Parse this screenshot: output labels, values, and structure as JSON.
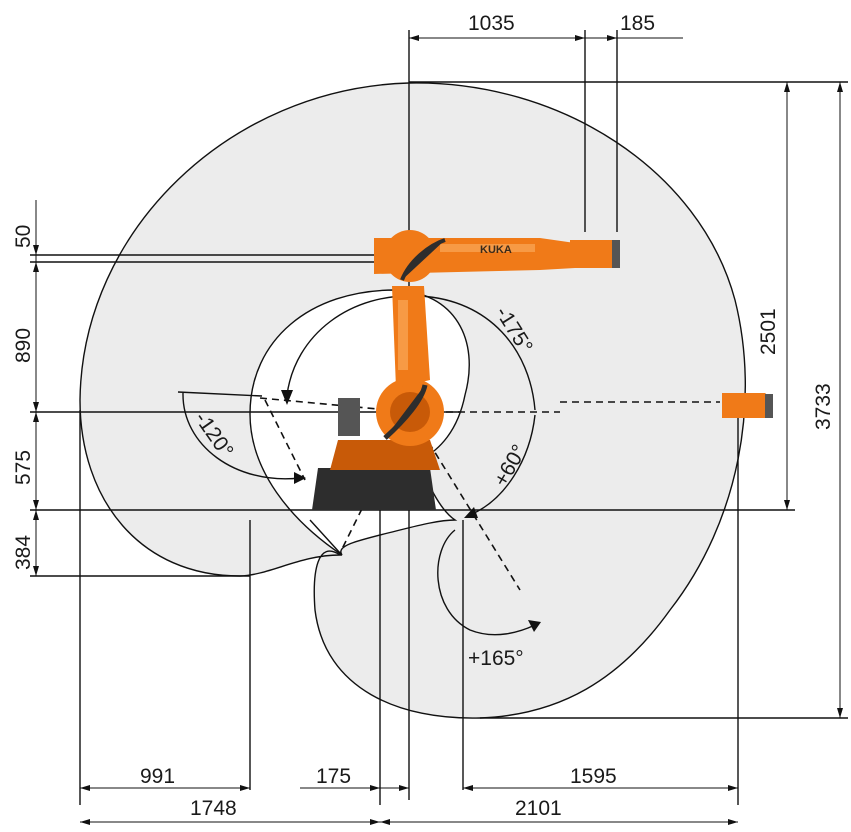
{
  "brand_text": "KUKA",
  "dimensions": {
    "top": [
      "1035",
      "185"
    ],
    "right": [
      "2501",
      "3733"
    ],
    "left": [
      "50",
      "890",
      "575",
      "384"
    ],
    "bottom_row1": [
      "991",
      "175",
      "1595"
    ],
    "bottom_row2": [
      "1748",
      "2101"
    ]
  },
  "angles": {
    "a_minus175": "-175°",
    "a_minus120": "-120°",
    "a_plus60": "+60°",
    "a_plus165": "+165°"
  },
  "colors": {
    "robot_orange": "#f07a18",
    "envelope_fill": "#ececec",
    "line": "#111111"
  }
}
